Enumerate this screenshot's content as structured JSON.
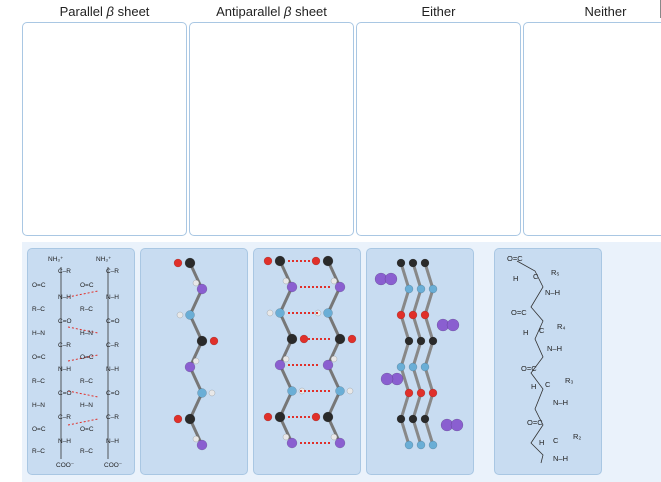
{
  "columns": [
    {
      "label": "Parallel",
      "suffix": "sheet"
    },
    {
      "label": "Antiparallel",
      "suffix": "sheet"
    },
    {
      "label": "Either",
      "suffix": ""
    },
    {
      "label": "Neither",
      "suffix": ""
    }
  ],
  "beta_symbol": "β",
  "cards": {
    "parallel_sheet_structure": {
      "nh3": "NH₃⁺",
      "c_r": "C–R",
      "o_eq_c": "O=C",
      "n_h": "N–H",
      "h_n": "H–N",
      "r_c": "R–C",
      "c_eq_o": "C=O",
      "coo": "COO⁻",
      "n": "N",
      "h": "H"
    },
    "peptide_chain": {
      "o_eq_c": "O=C",
      "h": "H",
      "n_h": "N–H",
      "c": "C",
      "r5": "R₅",
      "r4": "R₄",
      "r3": "R₃",
      "r2": "R₂"
    }
  },
  "colors": {
    "zone_border": "#a9c7e3",
    "card_bg": "#c8dcf1",
    "tray_bg": "#eaf2fb",
    "carbon": "#2a2a2a",
    "oxygen": "#e0302a",
    "nitrogen": "#6aaed6",
    "r_group": "#8a5fd0",
    "hydrogen": "#e8e8e8",
    "hbond": "#e0302a"
  }
}
